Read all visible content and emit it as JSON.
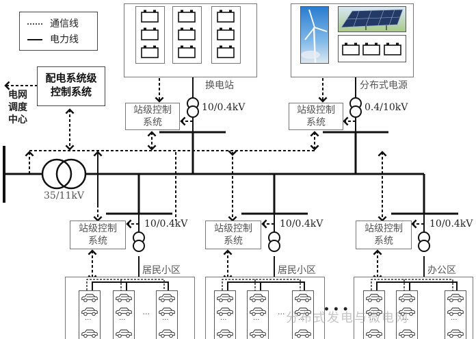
{
  "legend": {
    "items": [
      {
        "style": "dotted",
        "label": "通信线"
      },
      {
        "style": "solid",
        "label": "电力线"
      }
    ]
  },
  "dispatch_center": {
    "label_lines": [
      "电网",
      "调度",
      "中心"
    ]
  },
  "distribution_control": {
    "label_lines": [
      "配电系统级",
      "控制系统"
    ]
  },
  "main_transformer": {
    "voltage": "35/11kV"
  },
  "station_control": {
    "label_lines": [
      "站级控制",
      "系统"
    ]
  },
  "battery_swap_station": {
    "label": "换电站",
    "transformer_voltage": "10/0.4kV",
    "battery_racks": 3,
    "batteries_per_rack": 3
  },
  "distributed_source": {
    "label": "分布式电源",
    "transformer_voltage": "0.4/10kV",
    "components": [
      "wind-turbine",
      "solar-panel",
      "battery-storage"
    ],
    "batteries": 3
  },
  "load_zones": [
    {
      "label": "居民小区",
      "transformer_voltage": "10/0.4kV",
      "ellipsis": "···"
    },
    {
      "label": "居民小区",
      "transformer_voltage": "10/0.4kV",
      "ellipsis": "···"
    },
    {
      "label": "办公区",
      "transformer_voltage": "10/0.4kV",
      "ellipsis": ""
    }
  ],
  "zone_gap_ellipsis": "• • •",
  "rack_ellipsis": "···",
  "watermark": "分布式发电与微电网",
  "colors": {
    "line": "#111111",
    "box_border": "#444444",
    "sub_box_border": "#777777",
    "sky": "#3f8fd6",
    "solar": "#2c3e66"
  }
}
